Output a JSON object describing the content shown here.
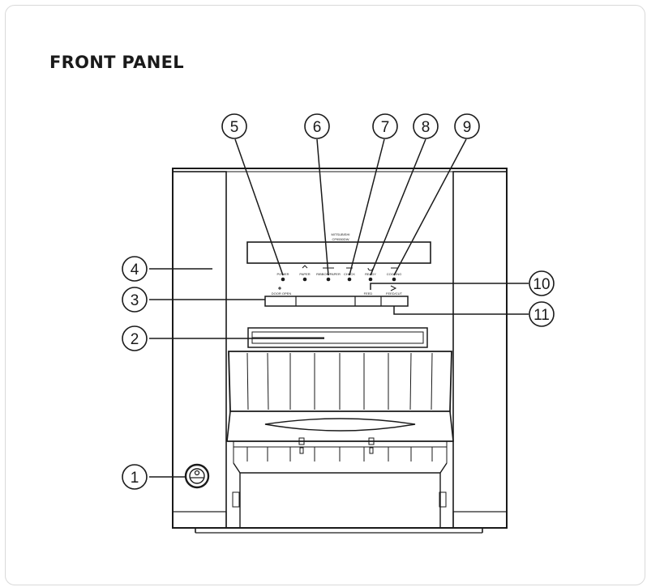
{
  "page": {
    "title": "FRONT PANEL"
  },
  "printer": {
    "brand": "MITSUBISHI",
    "model": "CP9550DW",
    "button_labels": [
      "POWER",
      "PAPER",
      "RIBBON/PAPER",
      "CHECK",
      "READY",
      "COOLING"
    ],
    "door_label": "DOOR OPEN",
    "feed_label": "FEED",
    "cut_label": "FEED/CUT"
  },
  "callouts": [
    "1",
    "2",
    "3",
    "4",
    "5",
    "6",
    "7",
    "8",
    "9",
    "10",
    "11"
  ],
  "colors": {
    "stroke": "#1a1a1a",
    "side_panel": "#ffffff",
    "card_border": "#d9d9d9"
  }
}
